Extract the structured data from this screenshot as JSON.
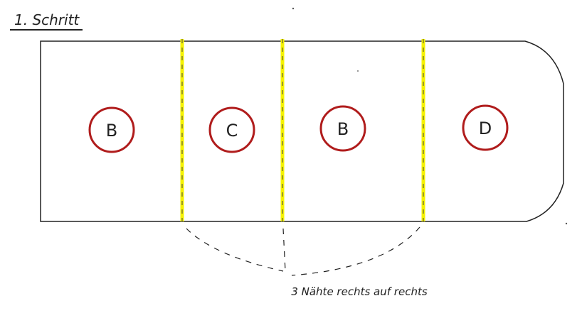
{
  "title": "1. Schritt",
  "panels": [
    {
      "label": "B"
    },
    {
      "label": "C"
    },
    {
      "label": "B"
    },
    {
      "label": "D"
    }
  ],
  "seams": {
    "count": 3,
    "color": "#f5f200",
    "label": "3 Nähte rechts auf rechts"
  },
  "colors": {
    "outline": "#222222",
    "circle": "#b01c1c",
    "seam": "#f5f200"
  }
}
